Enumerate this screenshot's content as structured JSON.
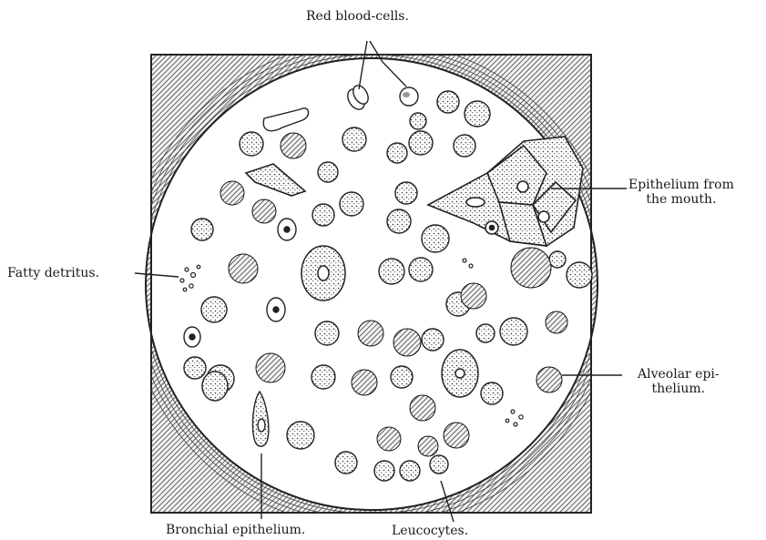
{
  "figure": {
    "ink_color": "#1f1f1f",
    "background_color": "#ffffff"
  },
  "labels": {
    "red_blood_cells": "Red blood-cells.",
    "epithelium_mouth_line1": "Epithelium from",
    "epithelium_mouth_line2": "the mouth.",
    "fatty_detritus": "Fatty detritus.",
    "alveolar_line1": "Alveolar epi-",
    "alveolar_line2": "thelium.",
    "bronchial_epithelium": "Bronchial epithelium.",
    "leucocytes": "Leucocytes."
  }
}
